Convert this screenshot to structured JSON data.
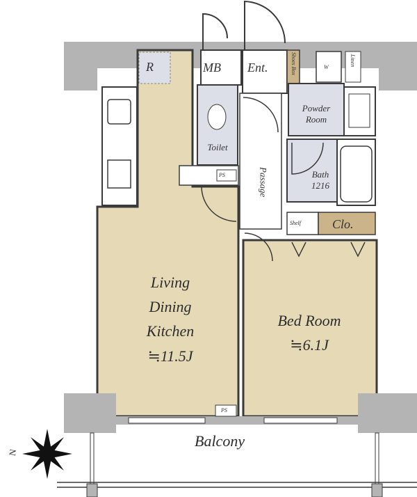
{
  "rooms": {
    "refrigerator": "R",
    "meter_box": "MB",
    "entrance": "Ent.",
    "shoes_box": "Shoes Box",
    "washer": "W",
    "linen": "Linen",
    "powder_room": [
      "Powder",
      "Room"
    ],
    "toilet": "Toilet",
    "ps_upper": "PS",
    "passage": "Passage",
    "bath": [
      "Bath",
      "1216"
    ],
    "shelf": "Shelf",
    "closet": "Clo.",
    "ldk": [
      "Living",
      "Dining",
      "Kitchen",
      "≒11.5J"
    ],
    "bedroom": [
      "Bed Room",
      "≒6.1J"
    ],
    "ps_lower": "PS",
    "balcony": "Balcony"
  },
  "compass": {
    "label": "N"
  },
  "colors": {
    "wall": "#b4b4b4",
    "floor": "#e6d9b6",
    "wet": "#dcdfe8",
    "storage": "#cbb48a",
    "line": "#3a3a3a"
  }
}
